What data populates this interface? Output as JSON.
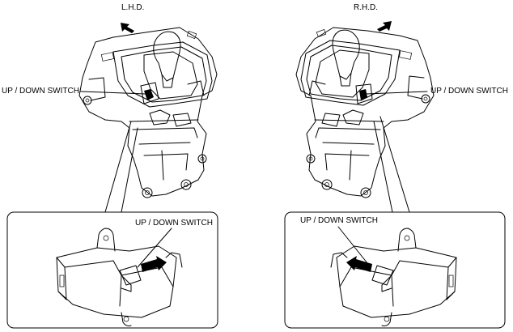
{
  "diagram": {
    "left_title": "L.H.D.",
    "right_title": "R.H.D.",
    "left_callout": "UP / DOWN SWITCH",
    "right_callout": "UP / DOWN SWITCH",
    "left_detail_callout": "UP / DOWN SWITCH",
    "right_detail_callout": "UP / DOWN SWITCH"
  }
}
